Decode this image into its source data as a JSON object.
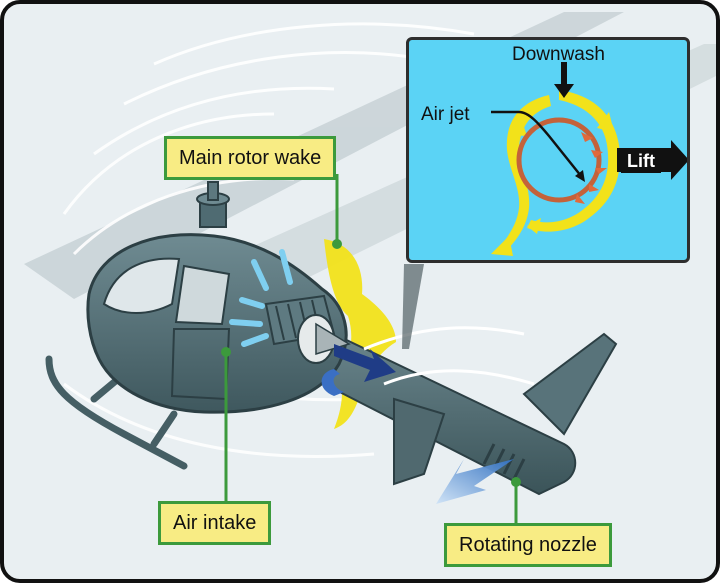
{
  "labels": {
    "main_rotor_wake": "Main rotor wake",
    "air_intake": "Air intake",
    "rotating_nozzle": "Rotating nozzle"
  },
  "inset": {
    "downwash": "Downwash",
    "air_jet": "Air jet",
    "lift": "Lift"
  },
  "colors": {
    "background": "#e9eff2",
    "callout_fill": "#f8ec84",
    "callout_border": "#3c9a3c",
    "inset_fill": "#5bd3f5",
    "fuselage": "#4f6b72",
    "wake": "#f2e21a",
    "airflow": "#7fcff0"
  }
}
